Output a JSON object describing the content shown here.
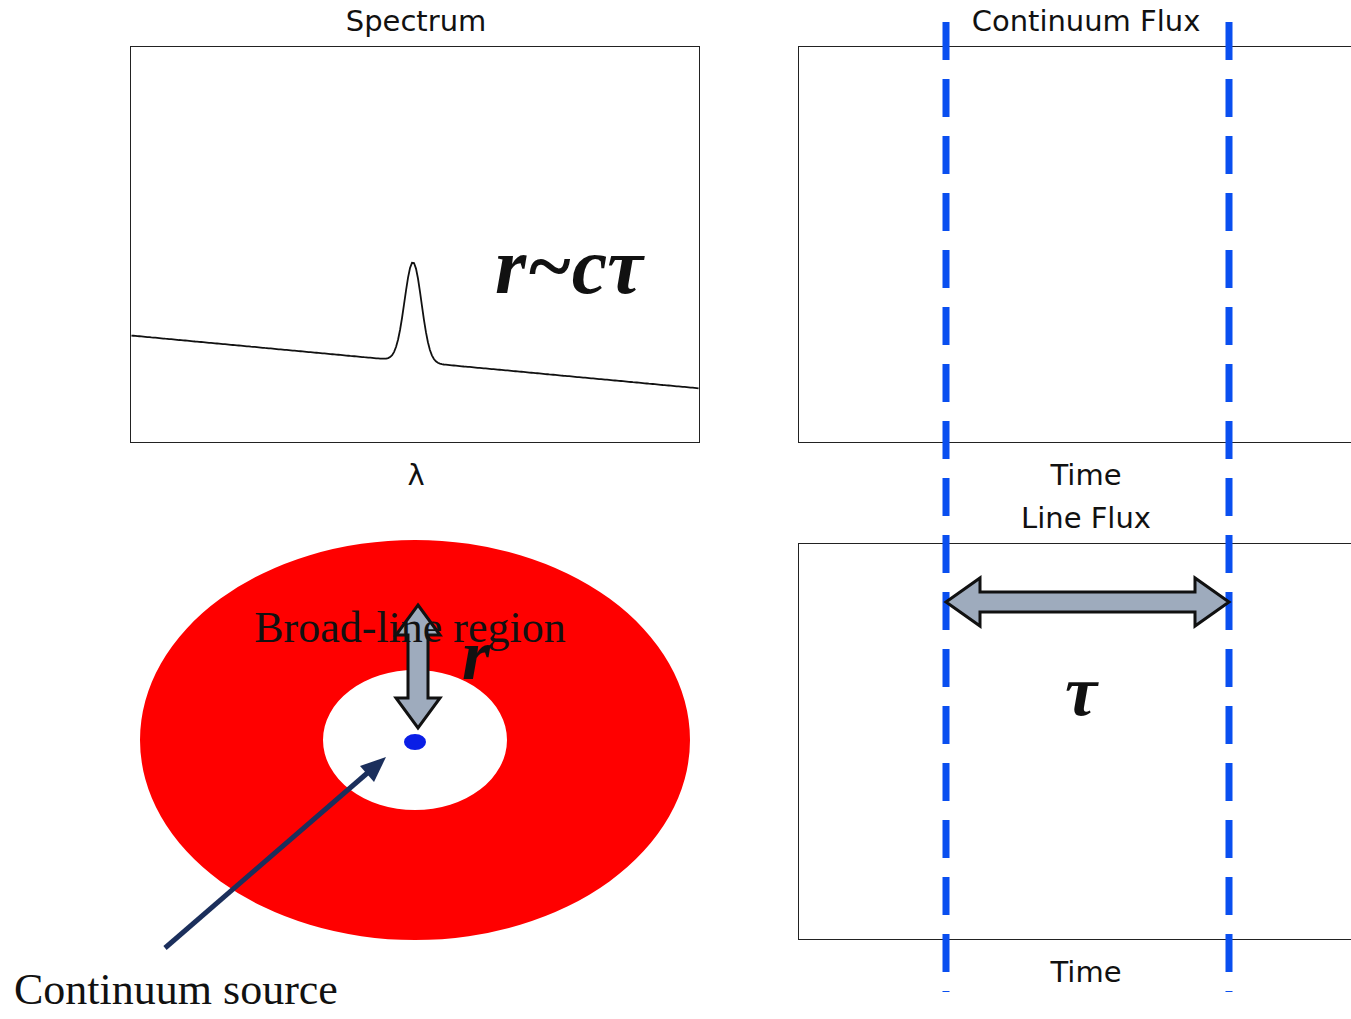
{
  "diagram": {
    "nodes": [
      {
        "text": [
          "Spectrum",
          "λ"
        ]
      },
      {
        "text": [
          "Continuum Flux",
          "Time"
        ]
      },
      {
        "text": [
          "Line Flux",
          "Time"
        ]
      },
      {
        "text": [
          "Broad-line region"
        ]
      }
    ],
    "labels": [
      "r~cτ",
      "r",
      "τ",
      "Continuum source"
    ]
  }
}
